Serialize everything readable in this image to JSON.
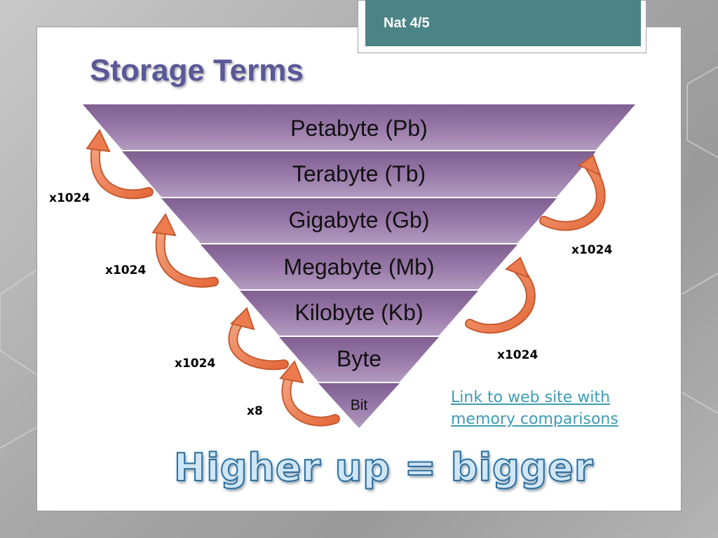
{
  "slide": {
    "tag": "Nat 4/5",
    "title": "Storage Terms",
    "slogan": "Higher up = bigger"
  },
  "layers": [
    {
      "label": "Petabyte (Pb)"
    },
    {
      "label": "Terabyte (Tb)"
    },
    {
      "label": "Gigabyte (Gb)"
    },
    {
      "label": "Megabyte (Mb)"
    },
    {
      "label": "Kilobyte (Kb)"
    },
    {
      "label": "Byte"
    },
    {
      "label": "Bit"
    }
  ],
  "multipliers": {
    "left_top": "x1024",
    "left_mid": "x1024",
    "left_low": "x1024",
    "left_bottom": "x8",
    "right_top": "x1024",
    "right_low": "x1024"
  },
  "link": {
    "text": "Link to web site with memory comparisons"
  },
  "colors": {
    "layer_fill": "#8e6c9e",
    "layer_separator": "#cdb8d8",
    "arrow": "#ec7b4f",
    "tag_bg": "#4b8487",
    "title": "#5a5898",
    "link": "#3c9cb4"
  }
}
